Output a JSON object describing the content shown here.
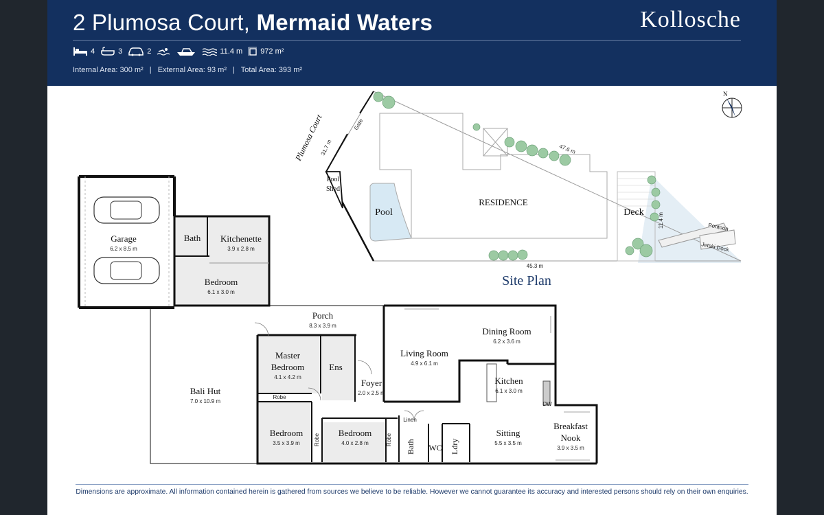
{
  "header": {
    "address_street": "2 Plumosa Court,",
    "address_suburb": "Mermaid Waters",
    "brand": "Kollosche",
    "stats": {
      "bedrooms": "4",
      "bathrooms": "3",
      "cars": "2",
      "water_frontage": "11.4 m",
      "land_area": "972 m²"
    },
    "internal_area": "Internal Area:  300 m²",
    "external_area": "External Area: 93 m²",
    "total_area": "Total Area: 393 m²",
    "sep": "|"
  },
  "site_plan": {
    "title": "Site Plan",
    "street": "Plumosa Court",
    "gate": "Gate",
    "pool_shed_1": "Pool",
    "pool_shed_2": "Shed",
    "pool": "Pool",
    "residence": "RESIDENCE",
    "deck": "Deck",
    "pontoon": "Pontoon",
    "jetski_dock": "Jetski Dock",
    "dim_front": "31.7 m",
    "dim_side_top": "47.6 m",
    "dim_side_bottom": "45.3 m",
    "dim_water": "11.4 m"
  },
  "rooms": {
    "garage": {
      "name": "Garage",
      "dim": "6.2 x 8.5 m"
    },
    "bath_top": {
      "name": "Bath"
    },
    "kitchenette": {
      "name": "Kitchenette",
      "dim": "3.9 x 2.8 m"
    },
    "bedroom_top": {
      "name": "Bedroom",
      "dim": "6.1 x 3.0 m"
    },
    "porch": {
      "name": "Porch",
      "dim": "8.3 x 3.9 m"
    },
    "bali_hut": {
      "name": "Bali Hut",
      "dim": "7.0 x 10.9 m"
    },
    "master_1": "Master",
    "master_2": "Bedroom",
    "master_dim": "4.1 x 4.2 m",
    "ens": {
      "name": "Ens"
    },
    "robe_master": {
      "name": "Robe"
    },
    "foyer": {
      "name": "Foyer",
      "dim": "2.0 x 2.5 m"
    },
    "living": {
      "name": "Living Room",
      "dim": "4.9 x 6.1 m"
    },
    "dining": {
      "name": "Dining Room",
      "dim": "6.2 x 3.6 m"
    },
    "kitchen": {
      "name": "Kitchen",
      "dim": "6.1 x 3.0 m"
    },
    "dw": {
      "name": "DW"
    },
    "bedroom_left": {
      "name": "Bedroom",
      "dim": "3.5 x 3.9 m"
    },
    "robe_left": {
      "name": "Robe"
    },
    "bedroom_mid": {
      "name": "Bedroom",
      "dim": "4.0 x 2.8 m"
    },
    "robe_mid": {
      "name": "Robe"
    },
    "linen": {
      "name": "Linen"
    },
    "bath_low": {
      "name": "Bath"
    },
    "wc": {
      "name": "WC"
    },
    "ldry": {
      "name": "Ldry"
    },
    "sitting": {
      "name": "Sitting",
      "dim": "5.5 x 3.5 m"
    },
    "breakfast_1": "Breakfast",
    "breakfast_2": "Nook",
    "breakfast_dim": "3.9 x 3.5 m"
  },
  "compass": {
    "north": "N"
  },
  "footer": {
    "disclaimer": "Dimensions are approximate.  All information contained herein is gathered from sources we believe to be reliable.  However we cannot guarantee its accuracy and interested persons should rely on their own enquiries."
  },
  "colors": {
    "navy": "#13305f",
    "floor": "#ececec",
    "tree": "#8fc49a"
  }
}
